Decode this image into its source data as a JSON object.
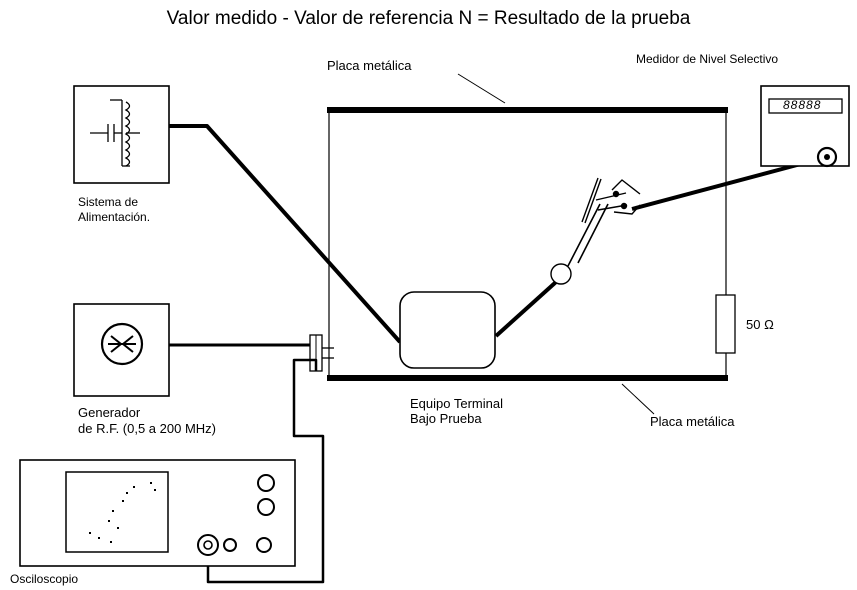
{
  "title": "Valor medido - Valor de referencia N = Resultado de la prueba",
  "labels": {
    "placa_top": "Placa metálica",
    "placa_bottom": "Placa metálica",
    "medidor": "Medidor de Nivel Selectivo",
    "medidor_display": "88888",
    "sistema_line1": "Sistema de",
    "sistema_line2": "Alimentación.",
    "resistor": "50 Ω",
    "generador_line1": "Generador",
    "generador_line2": "de R.F. (0,5 a 200 MHz)",
    "equipo_line1": "Equipo Terminal",
    "equipo_line2": "Bajo Prueba",
    "osciloscopio": "Osciloscopio"
  }
}
